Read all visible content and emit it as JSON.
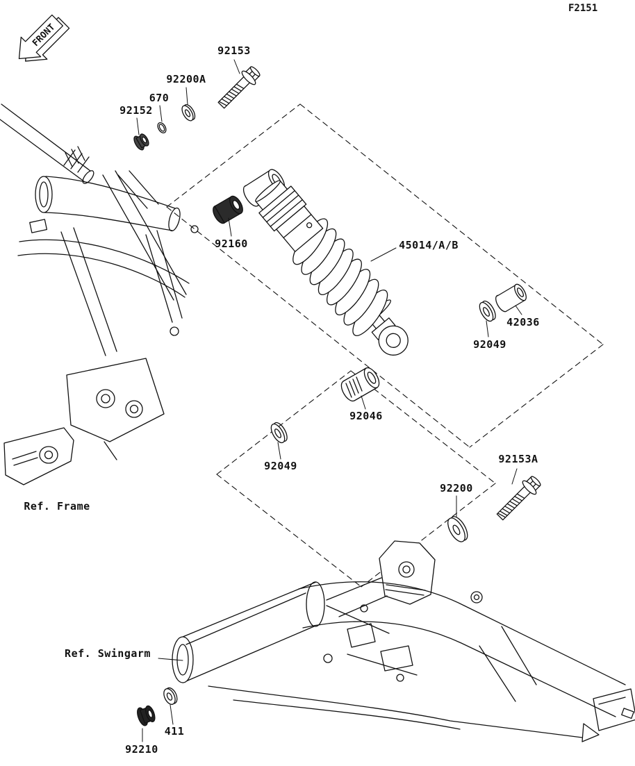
{
  "figure": {
    "code": "F2151",
    "front_label": "FRONT"
  },
  "refs": {
    "frame": "Ref. Frame",
    "swingarm": "Ref. Swingarm"
  },
  "parts": [
    {
      "label": "92153"
    },
    {
      "label": "92200A"
    },
    {
      "label": "670"
    },
    {
      "label": "92152"
    },
    {
      "label": "92160"
    },
    {
      "label": "45014/A/B"
    },
    {
      "label": "42036"
    },
    {
      "label": "92049"
    },
    {
      "label": "92046"
    },
    {
      "label": "92049"
    },
    {
      "label": "92153A"
    },
    {
      "label": "92200"
    },
    {
      "label": "411"
    },
    {
      "label": "92210"
    }
  ],
  "colors": {
    "line": "#111111",
    "background": "#ffffff"
  }
}
